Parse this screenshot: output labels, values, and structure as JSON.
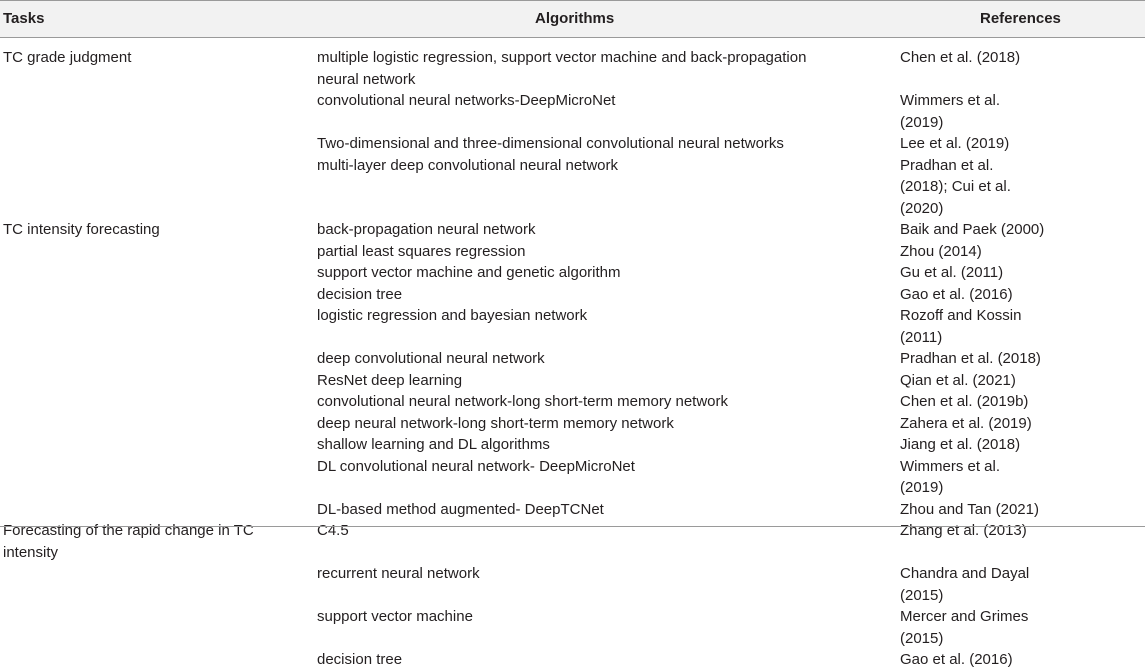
{
  "header": {
    "tasks": "Tasks",
    "algorithms": "Algorithms",
    "references": "References"
  },
  "rows": [
    {
      "task": "TC grade judgment",
      "algorithm": "multiple logistic regression, support vector machine and back-propagation neural network",
      "reference": "Chen et al. (2018)"
    },
    {
      "task": "",
      "algorithm": "convolutional neural networks-DeepMicroNet",
      "reference": "Wimmers et al. (2019)"
    },
    {
      "task": "",
      "algorithm": "Two-dimensional and three-dimensional convolutional neural networks",
      "reference": "Lee et al. (2019)"
    },
    {
      "task": "",
      "algorithm": "multi-layer deep convolutional neural network",
      "reference": "Pradhan et al. (2018); Cui et al. (2020)"
    },
    {
      "task": "TC intensity forecasting",
      "algorithm": "back-propagation neural network",
      "reference": "Baik and Paek (2000)"
    },
    {
      "task": "",
      "algorithm": "partial least squares regression",
      "reference": "Zhou (2014)"
    },
    {
      "task": "",
      "algorithm": "support vector machine and genetic algorithm",
      "reference": "Gu et al. (2011)"
    },
    {
      "task": "",
      "algorithm": "decision tree",
      "reference": "Gao et al. (2016)"
    },
    {
      "task": "",
      "algorithm": "logistic regression and bayesian network",
      "reference": "Rozoff and Kossin (2011)"
    },
    {
      "task": "",
      "algorithm": "deep convolutional neural network",
      "reference": "Pradhan et al. (2018)"
    },
    {
      "task": "",
      "algorithm": "ResNet deep learning",
      "reference": "Qian et al. (2021)"
    },
    {
      "task": "",
      "algorithm": "convolutional neural network-long short-term memory network",
      "reference": "Chen et al. (2019b)"
    },
    {
      "task": "",
      "algorithm": "deep neural network-long short-term memory network",
      "reference": "Zahera et al. (2019)"
    },
    {
      "task": "",
      "algorithm": "shallow learning and DL algorithms",
      "reference": "Jiang et al. (2018)"
    },
    {
      "task": "",
      "algorithm": "DL convolutional neural network- DeepMicroNet",
      "reference": "Wimmers et al. (2019)"
    },
    {
      "task": "",
      "algorithm": "DL-based method augmented- DeepTCNet",
      "reference": "Zhou and Tan (2021)"
    },
    {
      "task": "Forecasting of the rapid change in TC intensity",
      "algorithm": "C4.5",
      "reference": "Zhang et al. (2013)"
    },
    {
      "task": "",
      "algorithm": "recurrent neural network",
      "reference": "Chandra and Dayal (2015)"
    },
    {
      "task": "",
      "algorithm": "support vector machine",
      "reference": "Mercer and Grimes (2015)"
    },
    {
      "task": "",
      "algorithm": "decision tree",
      "reference": "Gao et al. (2016)"
    }
  ]
}
